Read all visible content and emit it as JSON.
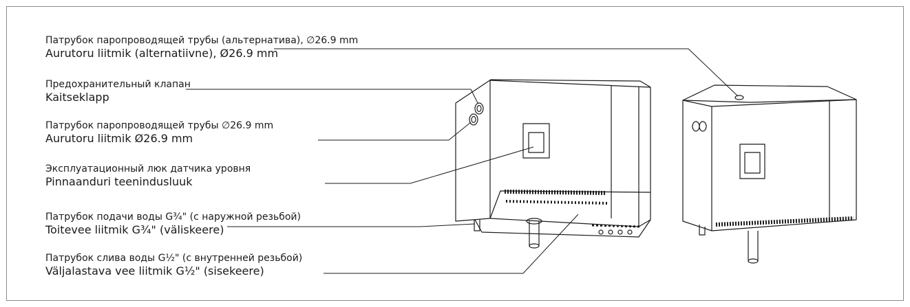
{
  "callouts": [
    {
      "ru": "Патрубок паропроводящей трубы (альтернатива), ∅26.9 mm",
      "et": "Aurutoru liitmik (alternatiivne), Ø26.9 mm"
    },
    {
      "ru": "Предохранительный клапан",
      "et": "Kaitseklapp"
    },
    {
      "ru": "Патрубок паропроводящей трубы ∅26.9 mm",
      "et": "Aurutoru liitmik Ø26.9 mm"
    },
    {
      "ru": "Эксплуатационный люк датчика уровня",
      "et": "Pinnaanduri teenindusluuk"
    },
    {
      "ru": "Патрубок подачи воды G¾\" (с наружной резьбой)",
      "et": "Toitevee liitmik G¾\" (väliskeere)"
    },
    {
      "ru": "Патрубок слива воды G½\" (с внутренней резьбой)",
      "et": "Väljalastava vee liitmik G½\" (sisekeere)"
    }
  ],
  "colors": {
    "line": "#1a1a1a",
    "frame": "#8a8a8a"
  }
}
